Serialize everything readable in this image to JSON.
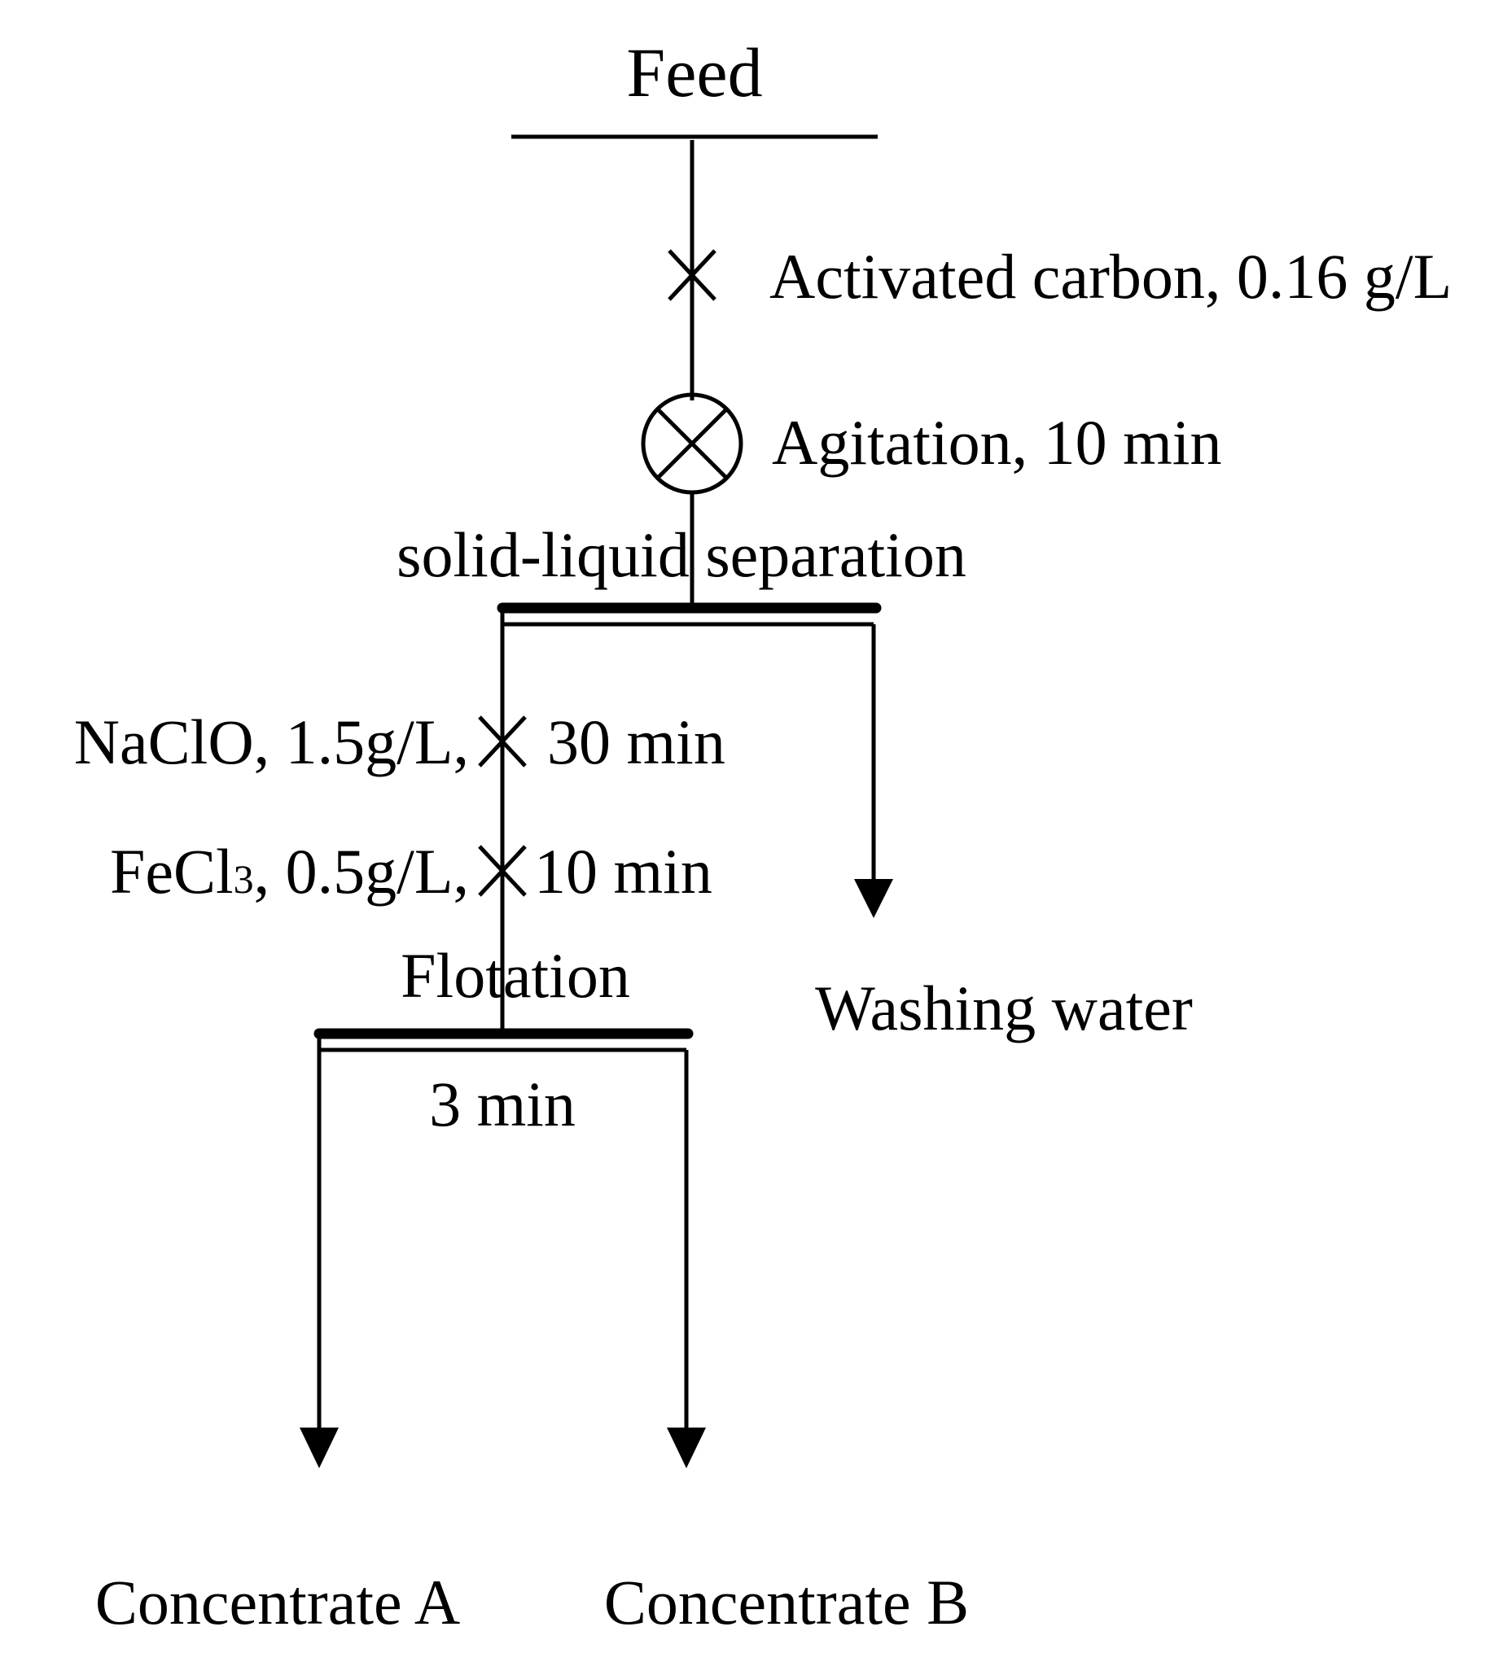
{
  "diagram": {
    "feed_label": "Feed",
    "reagent_1": "Activated carbon, 0.16 g/L",
    "agitation": "Agitation, 10 min",
    "separation": "solid-liquid separation",
    "reagent_2_prefix": "NaClO, 1.5g/L,",
    "reagent_2_time": "30 min",
    "reagent_3_prefix_main": "FeCl",
    "reagent_3_prefix_sub": "3",
    "reagent_3_prefix_rest": ", 0.5g/L,",
    "reagent_3_time": "10 min",
    "flotation": "Flotation",
    "flotation_time": "3 min",
    "washing_water": "Washing water",
    "product_a": "Concentrate A",
    "product_b": "Concentrate B"
  }
}
